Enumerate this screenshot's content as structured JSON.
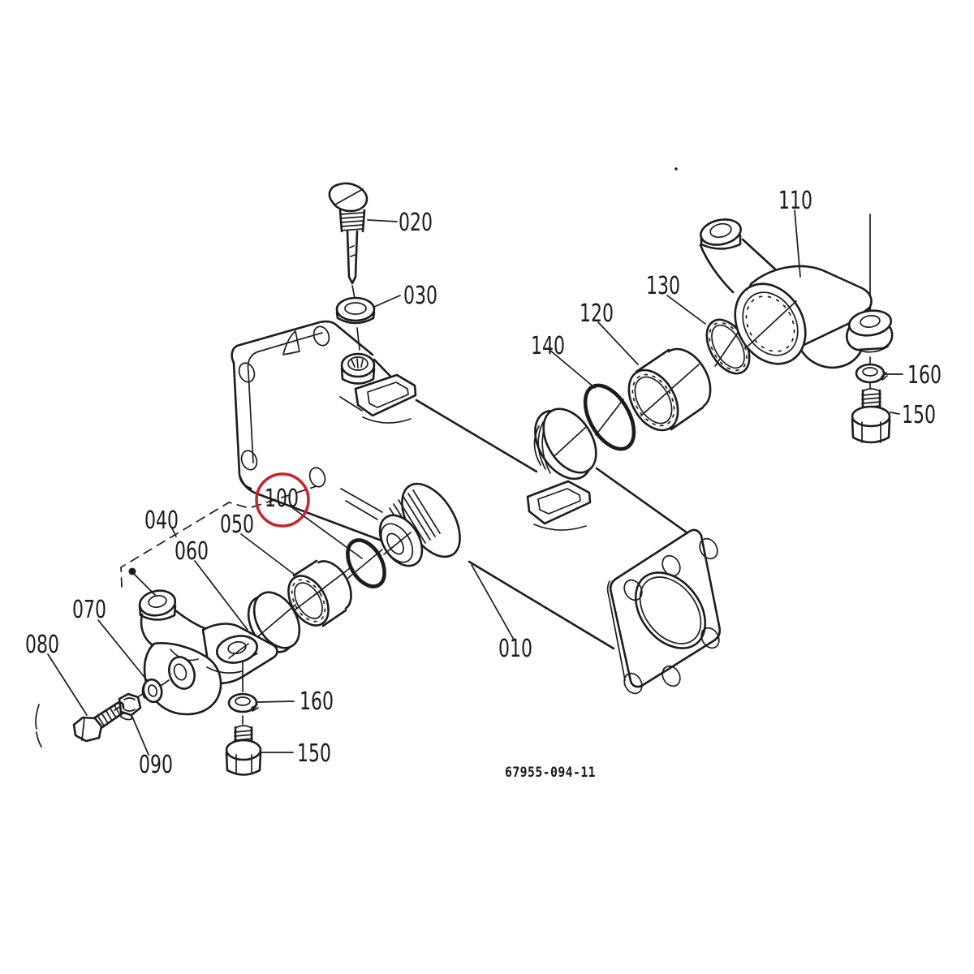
{
  "diagram": {
    "type": "exploded-parts-diagram",
    "background": "#ffffff",
    "line_color": "#1c1c1c",
    "highlight_color": "#c8232b",
    "document_number": "67955-094-11",
    "highlighted_callout": "100",
    "callouts": {
      "c010": "010",
      "c020": "020",
      "c030": "030",
      "c040": "040",
      "c050": "050",
      "c060": "060",
      "c070": "070",
      "c080": "080",
      "c090": "090",
      "c100": "100",
      "c110": "110",
      "c120": "120",
      "c130": "130",
      "c140": "140",
      "c150_right": "150",
      "c160_right": "160",
      "c150_left": "150",
      "c160_left": "160"
    }
  }
}
